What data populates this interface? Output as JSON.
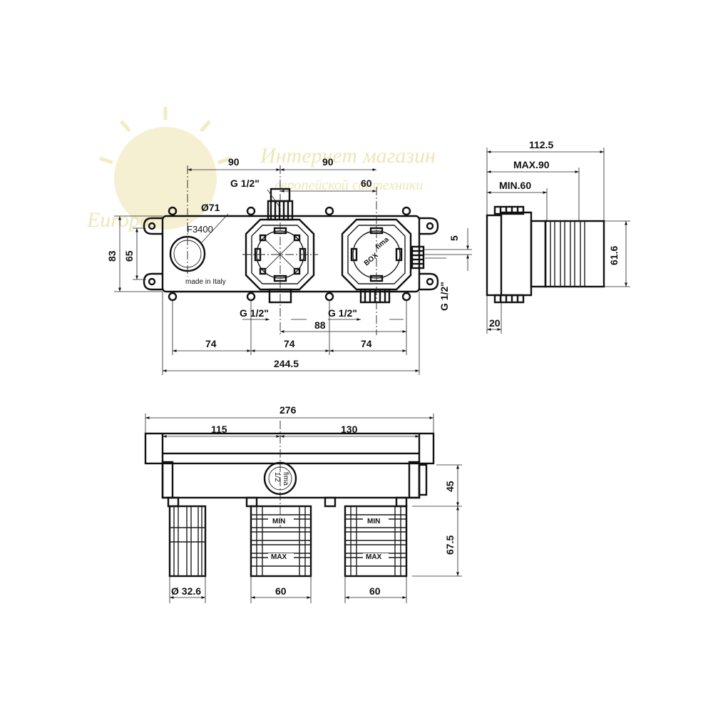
{
  "watermark": {
    "line1": "Интернет магазин",
    "line2": "европейской сантехники",
    "line3": "Europa"
  },
  "front_view": {
    "model_label": "F3400",
    "made_in": "made in Italy",
    "logo_top": "fima",
    "logo_bottom": "BOX",
    "dim_90_left": "90",
    "dim_90_right": "90",
    "dim_60_top": "60",
    "thread_top": "G 1/2\"",
    "diameter_71": "Ø71",
    "dim_83": "83",
    "dim_65": "65",
    "dim_5": "5",
    "thread_side": "G 1/2\"",
    "thread_bottom_left": "G 1/2\"",
    "thread_bottom_right": "G 1/2\"",
    "dim_88": "88",
    "dim_74_a": "74",
    "dim_74_b": "74",
    "dim_74_c": "74",
    "dim_244_5": "244.5"
  },
  "side_view": {
    "dim_112_5": "112.5",
    "dim_max_90": "MAX.90",
    "dim_min_60": "MIN.60",
    "dim_61_6": "61.6",
    "dim_20": "20"
  },
  "top_view": {
    "dim_276": "276",
    "dim_115": "115",
    "dim_130": "130",
    "dim_45": "45",
    "dim_67_5": "67.5",
    "dim_32_6": "Ø 32.6",
    "dim_60_a": "60",
    "dim_60_b": "60",
    "min_label_a": "MIN",
    "max_label_a": "MAX",
    "min_label_b": "MIN",
    "max_label_b": "MAX",
    "port_label_1": "fima",
    "port_label_2": "1/2"
  }
}
